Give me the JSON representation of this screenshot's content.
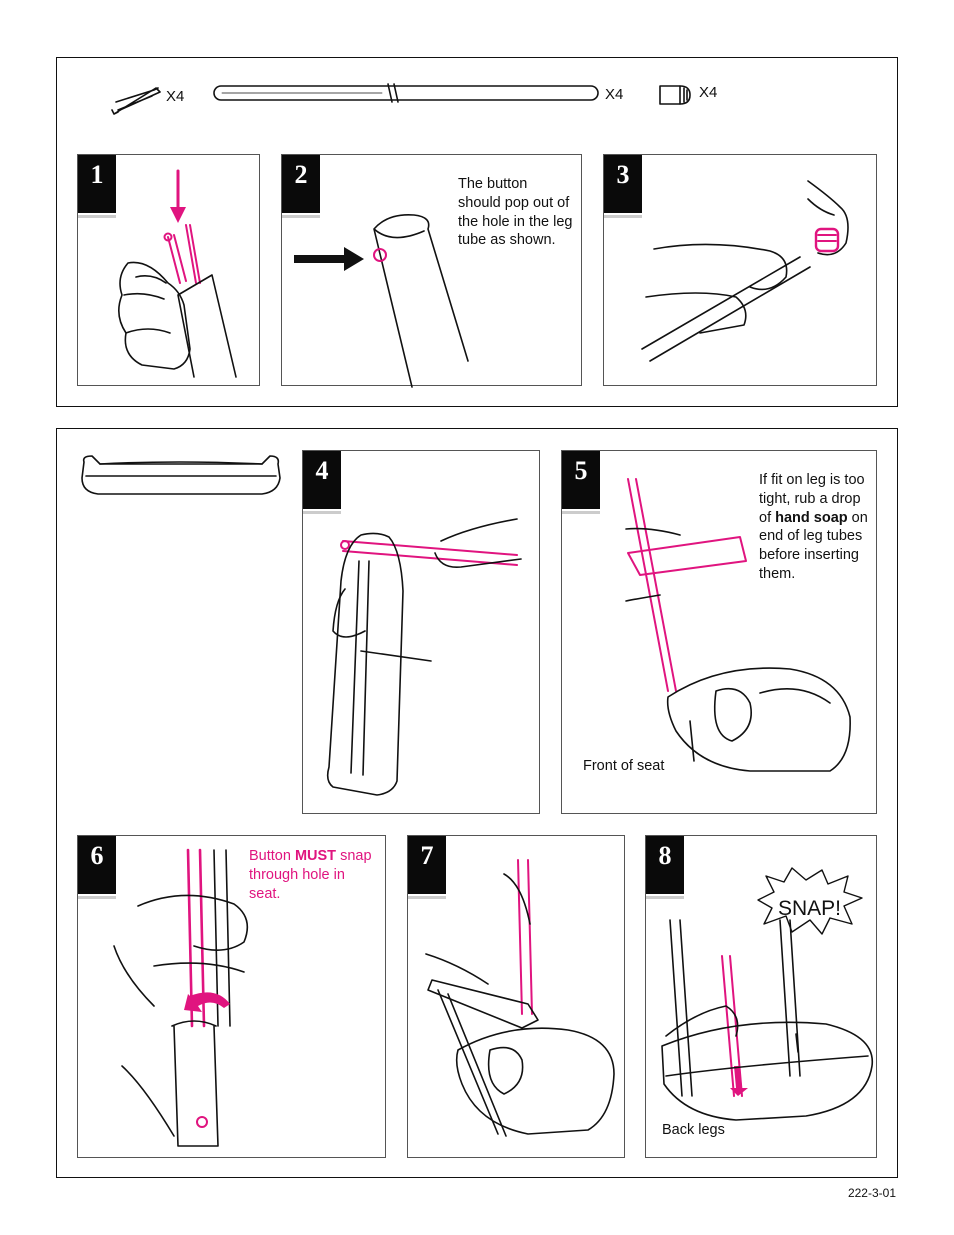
{
  "parts": {
    "clip_qty": "X4",
    "tube_qty": "X4",
    "cap_qty": "X4"
  },
  "steps": {
    "s1": {
      "number": "1"
    },
    "s2": {
      "number": "2",
      "note": "The button should pop out of the hole in the leg tube as shown."
    },
    "s3": {
      "number": "3"
    },
    "s4": {
      "number": "4"
    },
    "s5": {
      "number": "5",
      "note_before": "If fit on leg is too tight, rub a drop of",
      "note_bold": "hand soap",
      "note_after": "on end of leg tubes before inserting them.",
      "caption": "Front of seat"
    },
    "s6": {
      "number": "6",
      "note_before": "Button",
      "note_bold": "MUST",
      "note_after": "snap through hole in seat."
    },
    "s7": {
      "number": "7"
    },
    "s8": {
      "number": "8",
      "burst": "SNAP!",
      "caption": "Back legs"
    }
  },
  "footer": {
    "code": "222-3-01"
  },
  "colors": {
    "accent": "#e0147f",
    "ink": "#111111"
  }
}
